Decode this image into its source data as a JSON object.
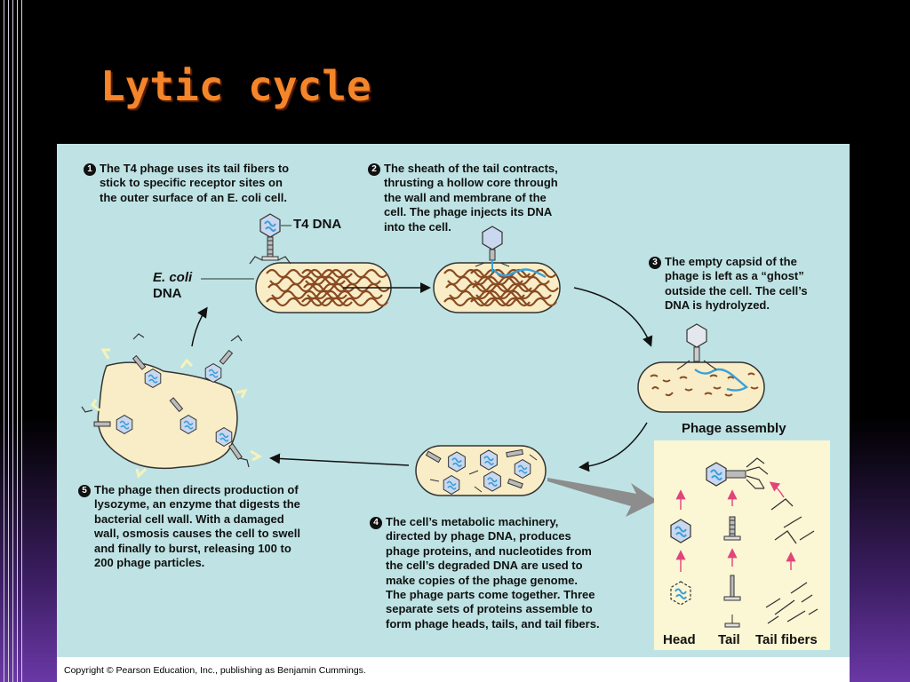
{
  "slide": {
    "title": "Lytic cycle"
  },
  "figure": {
    "steps": [
      {
        "num": "1",
        "lines": [
          "The T4 phage uses its tail fibers to",
          "stick to specific receptor sites on",
          "the outer surface of an E. coli cell."
        ]
      },
      {
        "num": "2",
        "lines": [
          "The sheath of the tail contracts,",
          "thrusting a hollow core through",
          "the wall and membrane of the",
          "cell. The phage injects its DNA",
          "into the cell."
        ]
      },
      {
        "num": "3",
        "lines": [
          "The empty capsid of the",
          "phage is left as a “ghost”",
          "outside the cell. The cell’s",
          "DNA is hydrolyzed."
        ]
      },
      {
        "num": "4",
        "lines": [
          "The cell’s metabolic machinery,",
          "directed by phage DNA, produces",
          "phage proteins, and nucleotides from",
          "the cell’s degraded DNA are used to",
          "make copies of the phage genome.",
          "The phage parts come together. Three",
          "separate sets of proteins assemble to",
          "form phage heads, tails, and tail fibers."
        ]
      },
      {
        "num": "5",
        "lines": [
          "The phage then directs production of",
          "lysozyme, an enzyme that digests the",
          "bacterial cell wall. With a damaged",
          "wall, osmosis causes the cell to swell",
          "and finally to burst, releasing 100 to",
          "200 phage particles."
        ]
      }
    ],
    "labels": {
      "t4_dna": "T4 DNA",
      "ecoli_line1": "E. coli",
      "ecoli_line2": "DNA",
      "phage_assembly": "Phage assembly",
      "head": "Head",
      "tail": "Tail",
      "tail_fibers": "Tail fibers"
    },
    "copyright": "Copyright © Pearson Education, Inc., publishing as Benjamin Cummings."
  },
  "colors": {
    "panel_bg": "#bfe3e4",
    "cell_fill": "#f8edc6",
    "cell_dna": "#8a4a22",
    "phage_dna": "#3aa0d8",
    "title_orange": "#f4852b",
    "assembly_bg": "#fbf6d4"
  }
}
